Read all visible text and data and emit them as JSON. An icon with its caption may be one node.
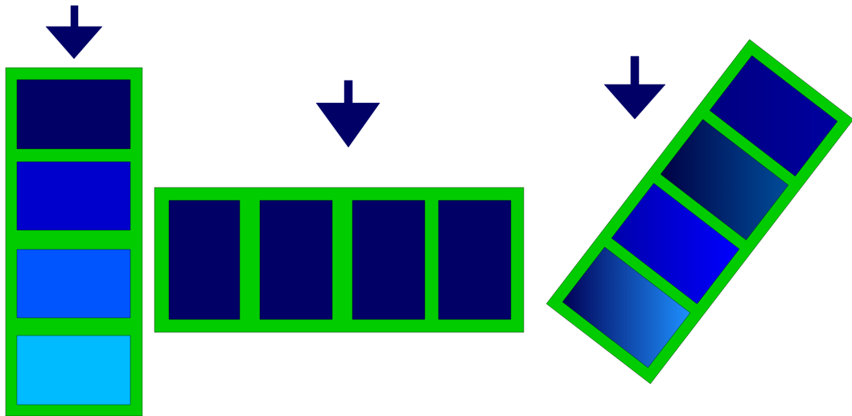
{
  "diagram": {
    "nodes": [
      {
        "text": [],
        "shape": "box"
      },
      {
        "text": [],
        "shape": "box",
        "in": 0
      },
      {
        "text": [],
        "shape": "box",
        "in": 0
      },
      {
        "text": [],
        "shape": "box",
        "in": 0
      },
      {
        "text": [],
        "shape": "box",
        "in": 0
      },
      {
        "text": [],
        "shape": "box"
      },
      {
        "text": [],
        "shape": "box",
        "in": 5
      },
      {
        "text": [],
        "shape": "box",
        "in": 5
      },
      {
        "text": [],
        "shape": "box",
        "in": 5
      },
      {
        "text": [],
        "shape": "box",
        "in": 5
      },
      {
        "text": [],
        "shape": "box"
      },
      {
        "text": [],
        "shape": "box",
        "in": 10
      },
      {
        "text": [],
        "shape": "box",
        "in": 10
      },
      {
        "text": [],
        "shape": "box",
        "in": 10
      },
      {
        "text": [],
        "shape": "box",
        "in": 10
      }
    ]
  }
}
